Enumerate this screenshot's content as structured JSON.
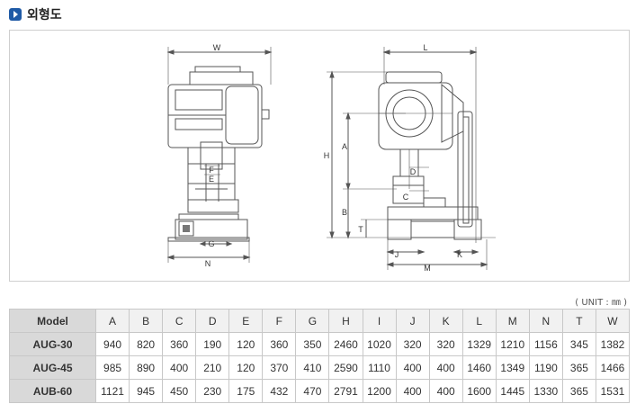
{
  "title": "외형도",
  "unit_note": "( UNIT : ㎜ )",
  "front_view_labels": {
    "w": "W",
    "f": "F",
    "e": "E",
    "g": "G",
    "n": "N"
  },
  "side_view_labels": {
    "l": "L",
    "h": "H",
    "a": "A",
    "d": "D",
    "c": "C",
    "b": "B",
    "t": "T",
    "j": "J",
    "k": "K",
    "m": "M"
  },
  "table": {
    "header": [
      "Model",
      "A",
      "B",
      "C",
      "D",
      "E",
      "F",
      "G",
      "H",
      "I",
      "J",
      "K",
      "L",
      "M",
      "N",
      "T",
      "W"
    ],
    "rows": [
      [
        "AUG-30",
        "940",
        "820",
        "360",
        "190",
        "120",
        "360",
        "350",
        "2460",
        "1020",
        "320",
        "320",
        "1329",
        "1210",
        "1156",
        "345",
        "1382"
      ],
      [
        "AUG-45",
        "985",
        "890",
        "400",
        "210",
        "120",
        "370",
        "410",
        "2590",
        "1110",
        "400",
        "400",
        "1460",
        "1349",
        "1190",
        "365",
        "1466"
      ],
      [
        "AUB-60",
        "1121",
        "945",
        "450",
        "230",
        "175",
        "432",
        "470",
        "2791",
        "1200",
        "400",
        "400",
        "1600",
        "1445",
        "1330",
        "365",
        "1531"
      ]
    ]
  }
}
